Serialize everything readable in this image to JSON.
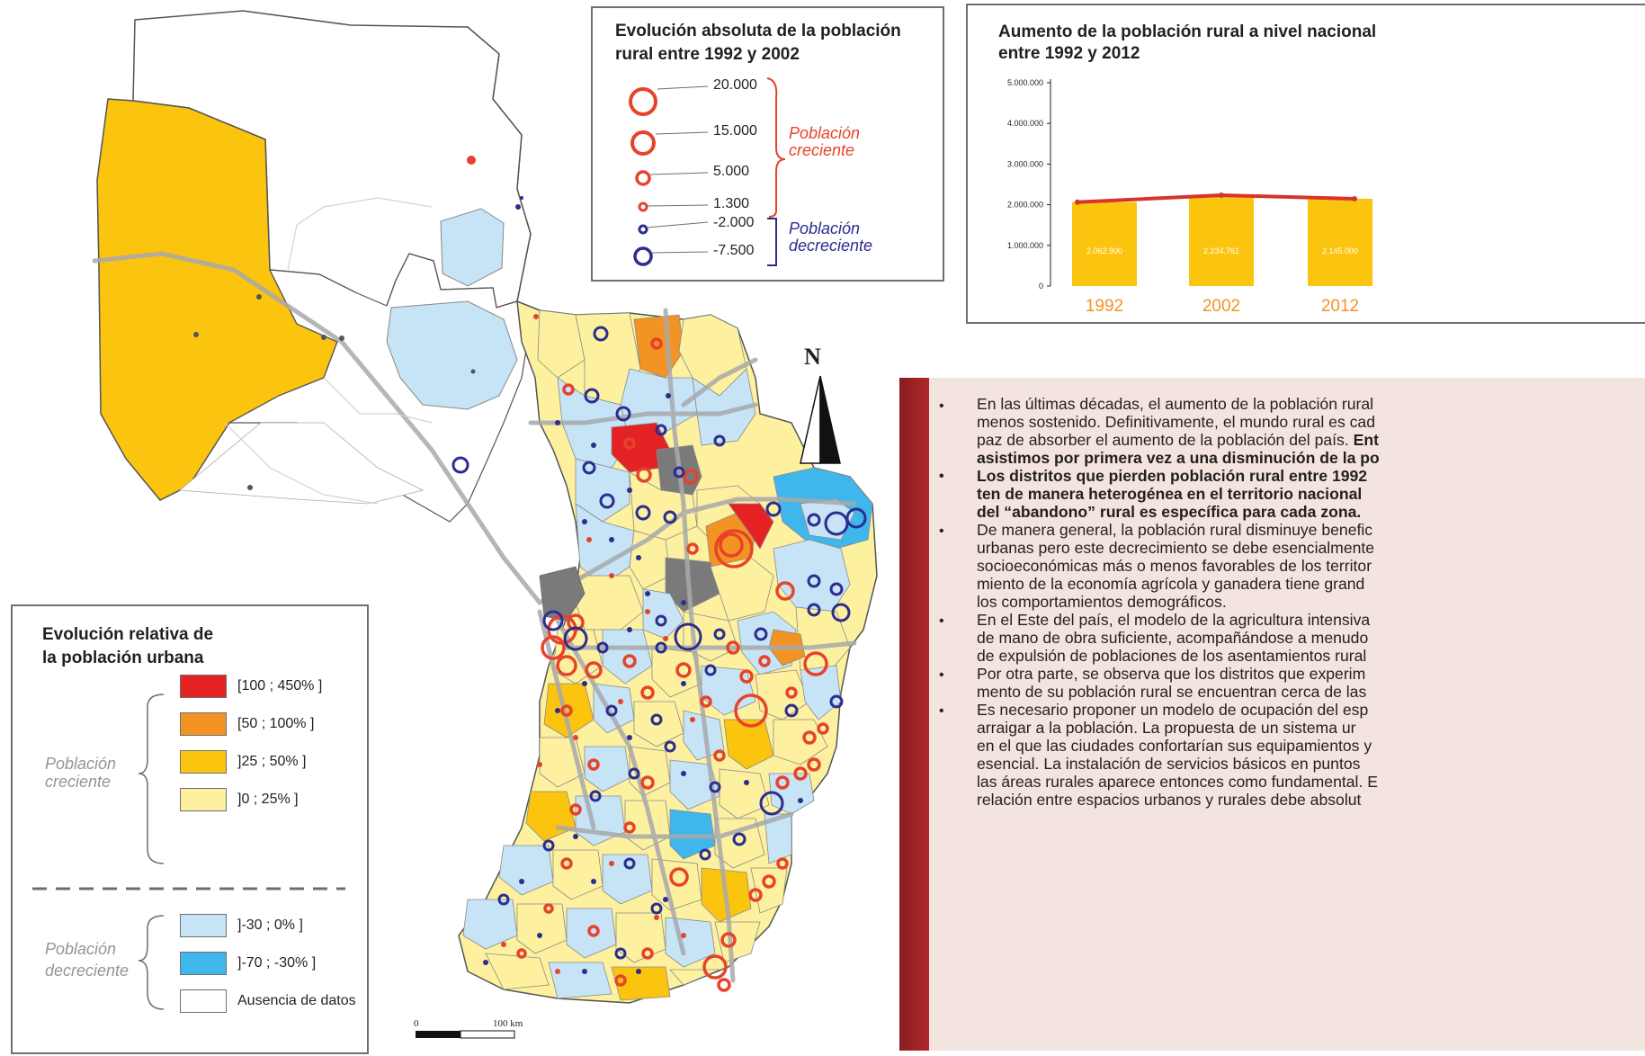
{
  "legend_abs": {
    "title_line1": "Evolución absoluta de la población",
    "title_line2": "rural entre 1992 y 2002",
    "values": [
      "20.000",
      "15.000",
      "5.000",
      "1.300",
      "-2.000",
      "-7.500"
    ],
    "growing_line1": "Población",
    "growing_line2": "creciente",
    "declining_line1": "Población",
    "declining_line2": "decreciente",
    "colors": {
      "growing": "#e6432b",
      "declining": "#2b2d8f"
    }
  },
  "legend_rel": {
    "title_line1": "Evolución relativa de",
    "title_line2": "la población urbana",
    "growing_line1": "Población",
    "growing_line2": "creciente",
    "declining_line1": "Población",
    "declining_line2": "decreciente",
    "classes": [
      {
        "label": "[100 ; 450% ]",
        "color": "#e42224"
      },
      {
        "label": "[50 ; 100% ]",
        "color": "#f39323"
      },
      {
        "label": "]25 ; 50% ]",
        "color": "#fbc40e"
      },
      {
        "label": "]0 ; 25% ]",
        "color": "#fdf1a0"
      },
      {
        "label": "]-30 ; 0% ]",
        "color": "#c6e4f6"
      },
      {
        "label": "]-70 ; -30% ]",
        "color": "#3fb7ec"
      },
      {
        "label": "Ausencia de datos",
        "color": "#ffffff"
      }
    ]
  },
  "map": {
    "north_label": "N",
    "scale_start": "0",
    "scale_end": "100 km"
  },
  "chart_data": {
    "type": "bar",
    "title_line1": "Aumento de la población rural a nivel nacional",
    "title_line2": "entre 1992 y 2012",
    "categories": [
      "1992",
      "2002",
      "2012"
    ],
    "values": [
      2062900,
      2234761,
      2145000
    ],
    "value_labels": [
      "2.062.900",
      "2.234.761",
      "2.145.000"
    ],
    "yticks": [
      0,
      1000000,
      2000000,
      3000000,
      4000000,
      5000000
    ],
    "ytick_labels": [
      "0",
      "1.000.000",
      "2.000.000",
      "3.000.000",
      "4.000.000",
      "5.000.000"
    ],
    "ylim": [
      0,
      5000000
    ],
    "bar_color": "#fbc40e",
    "line_color": "#d7342a",
    "label_color": "#f39323"
  },
  "text": {
    "bullet": "•",
    "p1_l1": "En las últimas décadas, el aumento de la población rural",
    "p1_l2": "menos sostenido. Definitivamente, el mundo rural es cad",
    "p1_l3a": "paz de absorber el aumento de la población del país. ",
    "p1_l3b": "Ent",
    "p1_l4": "asistimos por primera vez a una disminución de la po",
    "p2_l1": "Los distritos que pierden población rural entre 1992",
    "p2_l2": "ten de manera heterogénea en el territorio nacional",
    "p2_l3": "del “abandono” rural es específica para cada zona.",
    "p3_l1": "De manera general, la población rural disminuye benefic",
    "p3_l2": "urbanas pero este decrecimiento se debe esencialmente",
    "p3_l3": "socioeconómicas más o menos favorables de los territor",
    "p3_l4": "miento de la economía agrícola y ganadera tiene grand",
    "p3_l5": "los comportamientos demográficos.",
    "p4_l1": "En el Este del país, el modelo de la agricultura intensiva",
    "p4_l2": "de mano de obra suficiente, acompañándose a menudo",
    "p4_l3": "de expulsión de poblaciones de los asentamientos rural",
    "p5_l1": "Por otra parte, se observa que los distritos que experim",
    "p5_l2": "mento de su población rural se encuentran cerca de las",
    "p6_l1": "Es necesario proponer un modelo de ocupación del esp",
    "p6_l2": "arraigar a la población. La propuesta de un sistema ur",
    "p6_l3": "en el que las ciudades confortarían sus equipamientos y",
    "p6_l4": "esencial. La instalación de servicios básicos en puntos",
    "p6_l5": "las áreas rurales aparece entonces como fundamental. E",
    "p6_l6": "relación entre espacios urbanos y rurales debe absolut"
  }
}
